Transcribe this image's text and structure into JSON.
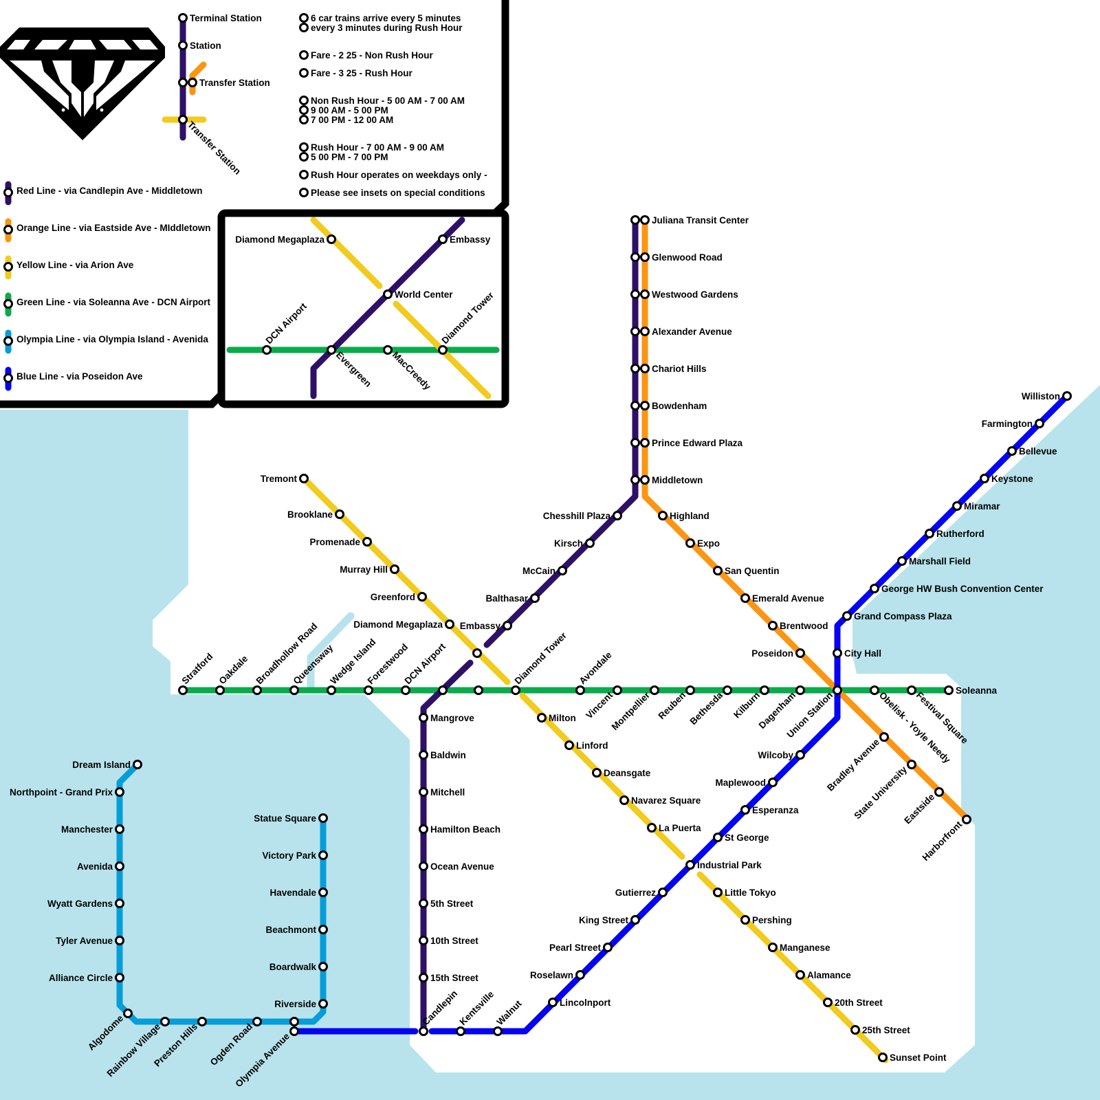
{
  "colors": {
    "water": "#b8e3ec",
    "red": "#2e1166",
    "orange": "#fb9512",
    "yellow": "#f1cb1d",
    "green": "#09ab4b",
    "olympia": "#069ed8",
    "blue": "#0404f2",
    "frame": "#000000"
  },
  "icons": {
    "logo": "diamond-logo-icon"
  },
  "key": {
    "terminal": "Terminal Station",
    "station": "Station",
    "transfer": "Transfer Station",
    "transfer2": "Transfer Station"
  },
  "info": [
    "6 car trains arrive every 5 minutes",
    "every 3 minutes during Rush Hour",
    "Fare - 2 25 - Non Rush Hour",
    "Fare - 3 25 - Rush Hour",
    "Non Rush Hour - 5 00 AM - 7 00 AM",
    "9 00 AM - 5 00 PM",
    "7 00 PM - 12 00 AM",
    "Rush Hour -        7 00 AM - 9 00 AM",
    "5 00 PM - 7 00 PM",
    "Rush Hour operates on weekdays only -",
    "Please see insets on special conditions"
  ],
  "legend": [
    "Red Line - via Candlepin Ave - Middletown",
    "Orange Line - via Eastside Ave - MIddletown",
    "Yellow Line - via Arion Ave",
    "Green Line - via Soleanna Ave - DCN Airport",
    "Olympia Line - via Olympia Island - Avenida",
    "Blue Line - via Poseidon Ave"
  ],
  "inset": {
    "diamond_megaplaza": "Diamond Megaplaza",
    "embassy": "Embassy",
    "world_center": "World Center",
    "diamond_tower": "Diamond Tower",
    "dcn_airport": "DCN Airport",
    "evergreen": "Evergreen",
    "maccreedy": "MacCreedy"
  },
  "stations": {
    "red": [
      "Chesshill Plaza",
      "Kirsch",
      "McCain",
      "Balthasar",
      "Embassy",
      "Mangrove",
      "Baldwin",
      "Mitchell",
      "Hamilton Beach",
      "Ocean Avenue",
      "5th Street",
      "10th Street",
      "15th Street",
      "Candlepin"
    ],
    "shared": [
      "Juliana Transit Center",
      "Glenwood Road",
      "Westwood Gardens",
      "Alexander Avenue",
      "Chariot Hills",
      "Bowdenham",
      "Prince Edward Plaza",
      "Middletown"
    ],
    "orange": [
      "Highland",
      "Expo",
      "San Quentin",
      "Emerald Avenue",
      "Brentwood",
      "Poseidon",
      "Bradley Avenue",
      "State University",
      "Eastside",
      "Harborfront"
    ],
    "yellow": [
      "Tremont",
      "Brooklane",
      "Promenade",
      "Murray Hill",
      "Greenford",
      "Diamond Megaplaza",
      "Milton",
      "Linford",
      "Deansgate",
      "Navarez Square",
      "La Puerta",
      "Little Tokyo",
      "Pershing",
      "Manganese",
      "Alamance",
      "20th Street",
      "25th Street",
      "Sunset Point"
    ],
    "green": [
      "Stratford",
      "Oakdale",
      "Broadhollow Road",
      "Queensway",
      "Wedge Island",
      "Forestwood",
      "DCN Airport",
      "Diamond Tower",
      "Avondale",
      "Vincent",
      "Montpellier",
      "Reuben",
      "Bethesda",
      "Kilburn",
      "Dagenham",
      "Union Station",
      "Obelisk - Yoyle Needy",
      "Festival Square",
      "Soleanna"
    ],
    "blue": [
      "Williston",
      "Farmington",
      "Bellevue",
      "Keystone",
      "Miramar",
      "Rutherford",
      "Marshall Field",
      "George HW Bush Convention Center",
      "Grand Compass Plaza",
      "City Hall",
      "Wilcoby",
      "Maplewood",
      "Esperanza",
      "St George",
      "Industrial Park",
      "Gutierrez",
      "King Street",
      "Pearl Street",
      "Roselawn",
      "Lincolnport",
      "Walnut",
      "Kentsville",
      "Olympia Avenue"
    ],
    "olympia": [
      "Dream Island",
      "Northpoint - Grand Prix",
      "Manchester",
      "Avenida",
      "Wyatt Gardens",
      "Tyler Avenue",
      "Alliance Circle",
      "Algodome",
      "Rainbow Village",
      "Preston Hills",
      "Ogden Road",
      "Statue Square",
      "Victory Park",
      "Havendale",
      "Beachmont",
      "Boardwalk",
      "Riverside"
    ]
  }
}
